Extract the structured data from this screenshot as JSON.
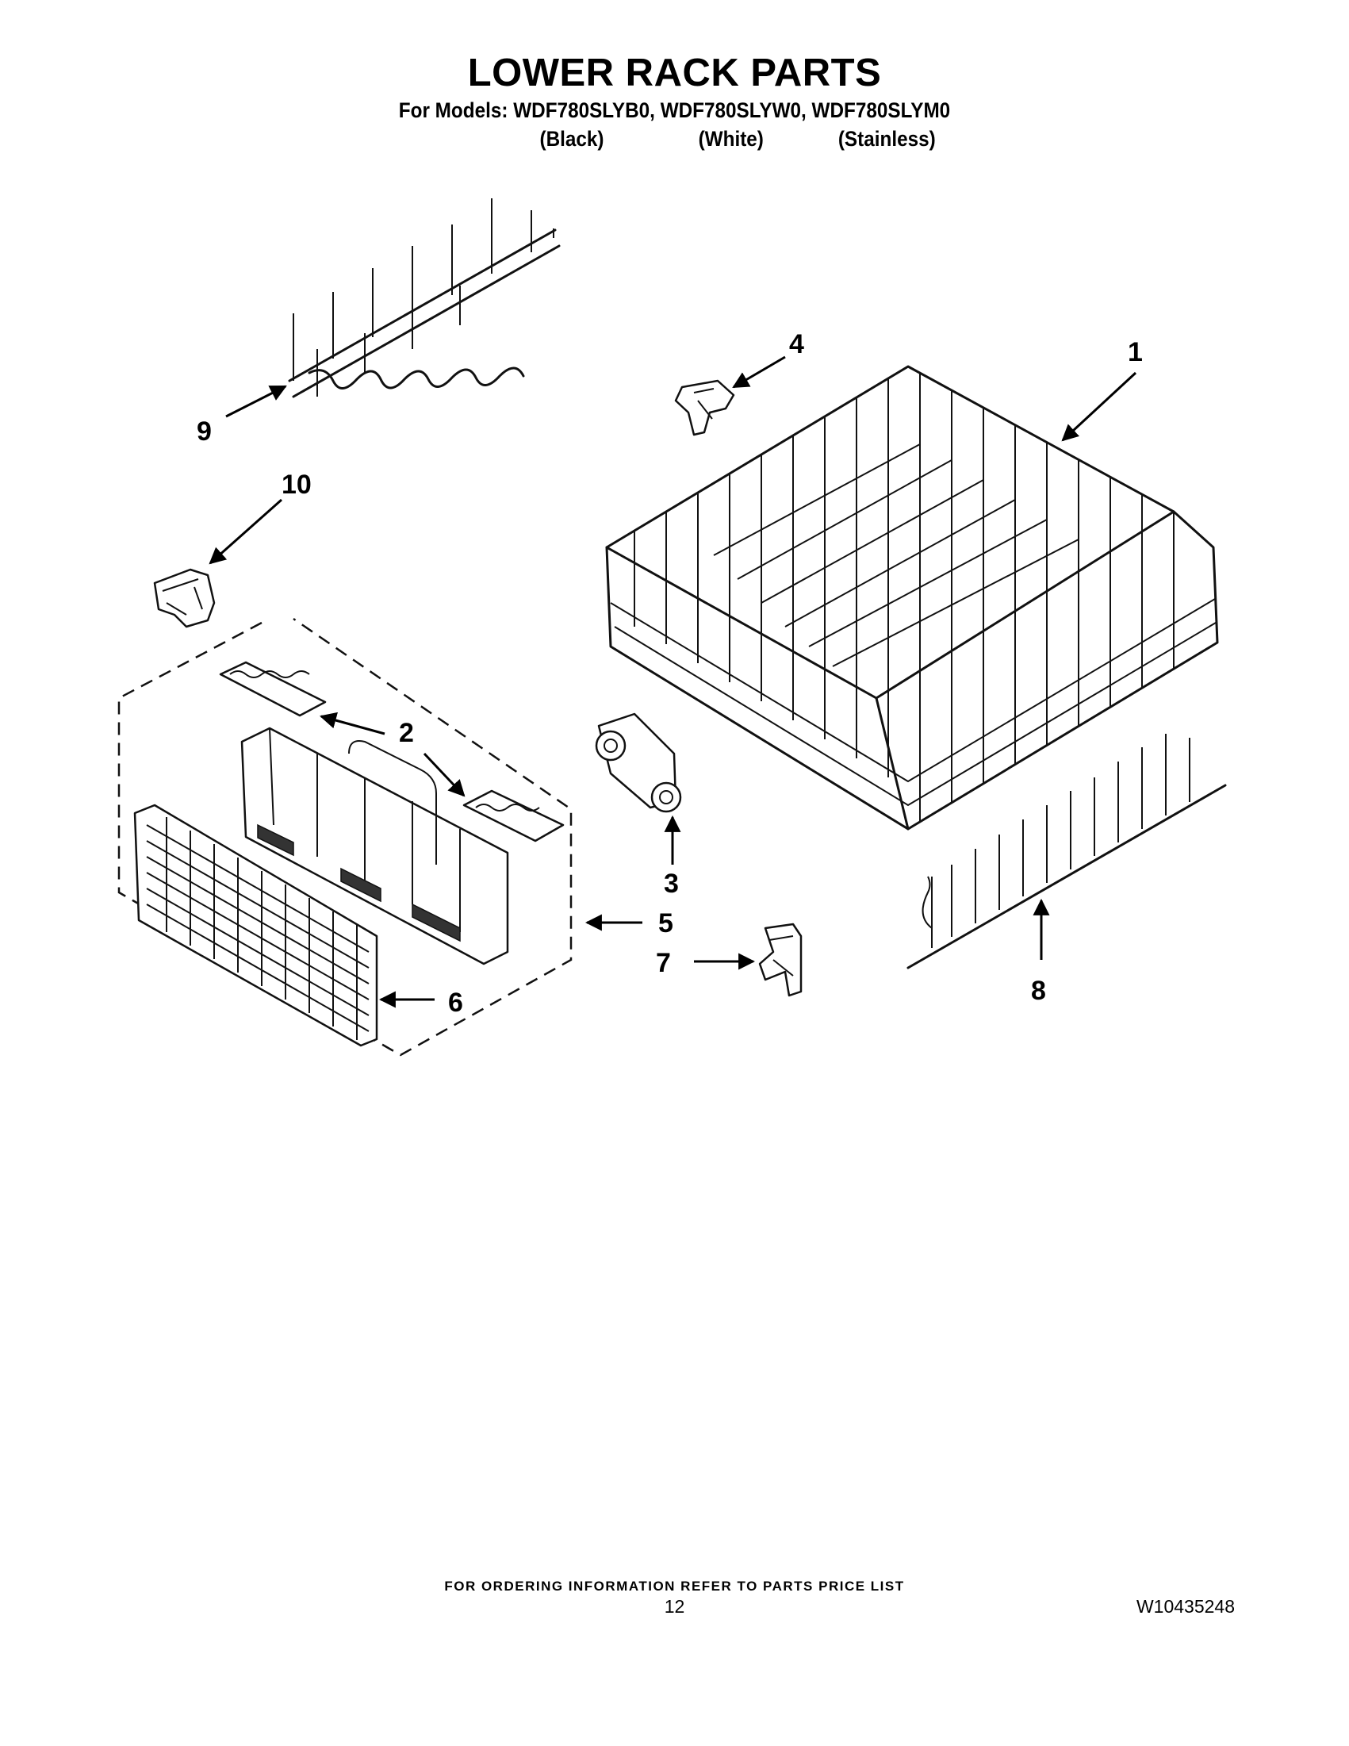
{
  "header": {
    "title": "LOWER RACK PARTS",
    "models_line": "For Models: WDF780SLYB0, WDF780SLYW0, WDF780SLYM0",
    "finishes": [
      "(Black)",
      "(White)",
      "(Stainless)"
    ]
  },
  "callouts": {
    "c1": "1",
    "c2": "2",
    "c3": "3",
    "c4": "4",
    "c5": "5",
    "c6": "6",
    "c7": "7",
    "c8": "8",
    "c9": "9",
    "c10": "10"
  },
  "footer": {
    "ordering_note": "FOR ORDERING INFORMATION REFER TO PARTS PRICE LIST",
    "page_number": "12",
    "document_number": "W10435248"
  }
}
